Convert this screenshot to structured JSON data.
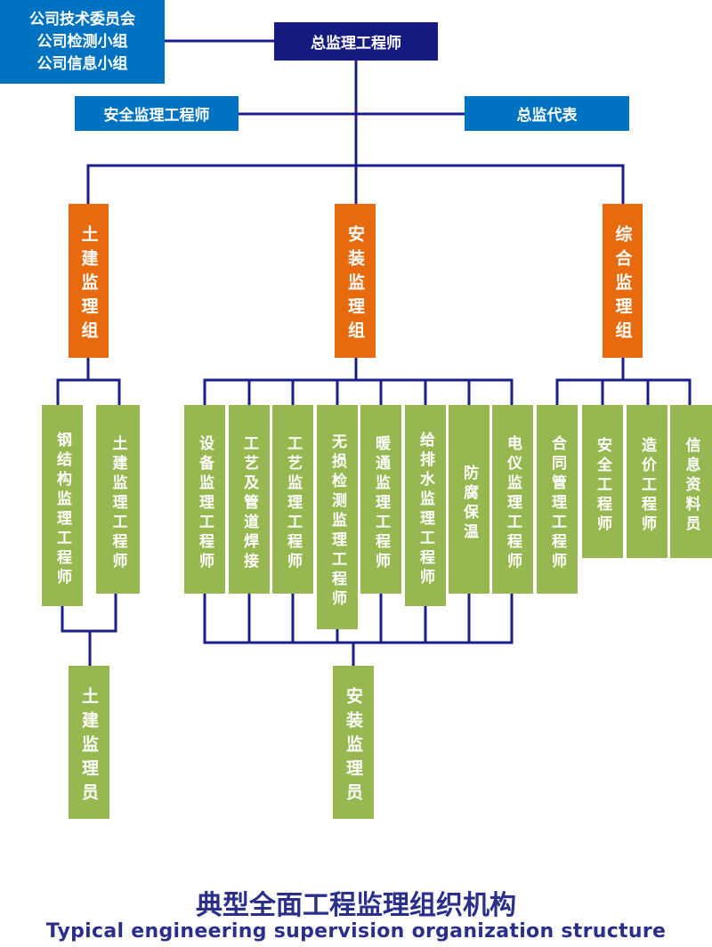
{
  "colors": {
    "navy": "#141a7f",
    "blue": "#0072c2",
    "orange": "#e76b0e",
    "green": "#97b850",
    "line": "#1a1f8c",
    "title": "#2b2f8c"
  },
  "top": {
    "chief": "总监理工程师",
    "committee": [
      "公司技术委员会",
      "公司检测小组",
      "公司信息小组"
    ],
    "safety": "安全监理工程师",
    "deputy": "总监代表"
  },
  "groups": {
    "civil": {
      "label": "土建监理组",
      "engineers": [
        "钢结构监理工程师",
        "土建监理工程师"
      ],
      "inspector": "土建监理员"
    },
    "install": {
      "label": "安装监理组",
      "engineers": [
        "设备监理工程师",
        "工艺及管道焊接",
        "工艺监理工程师",
        "无损检测监理工程师",
        "暖通监理工程师",
        "给排水监理工程师",
        "防腐保温",
        "电仪监理工程师"
      ],
      "inspector": "安装监理员"
    },
    "general": {
      "label": "综合监理组",
      "engineers": [
        "合同管理工程师",
        "安全工程师",
        "造价工程师",
        "信息资料员"
      ]
    }
  },
  "title_cn": "典型全面工程监理组织机构",
  "title_en": "Typical engineering supervision organization structure"
}
